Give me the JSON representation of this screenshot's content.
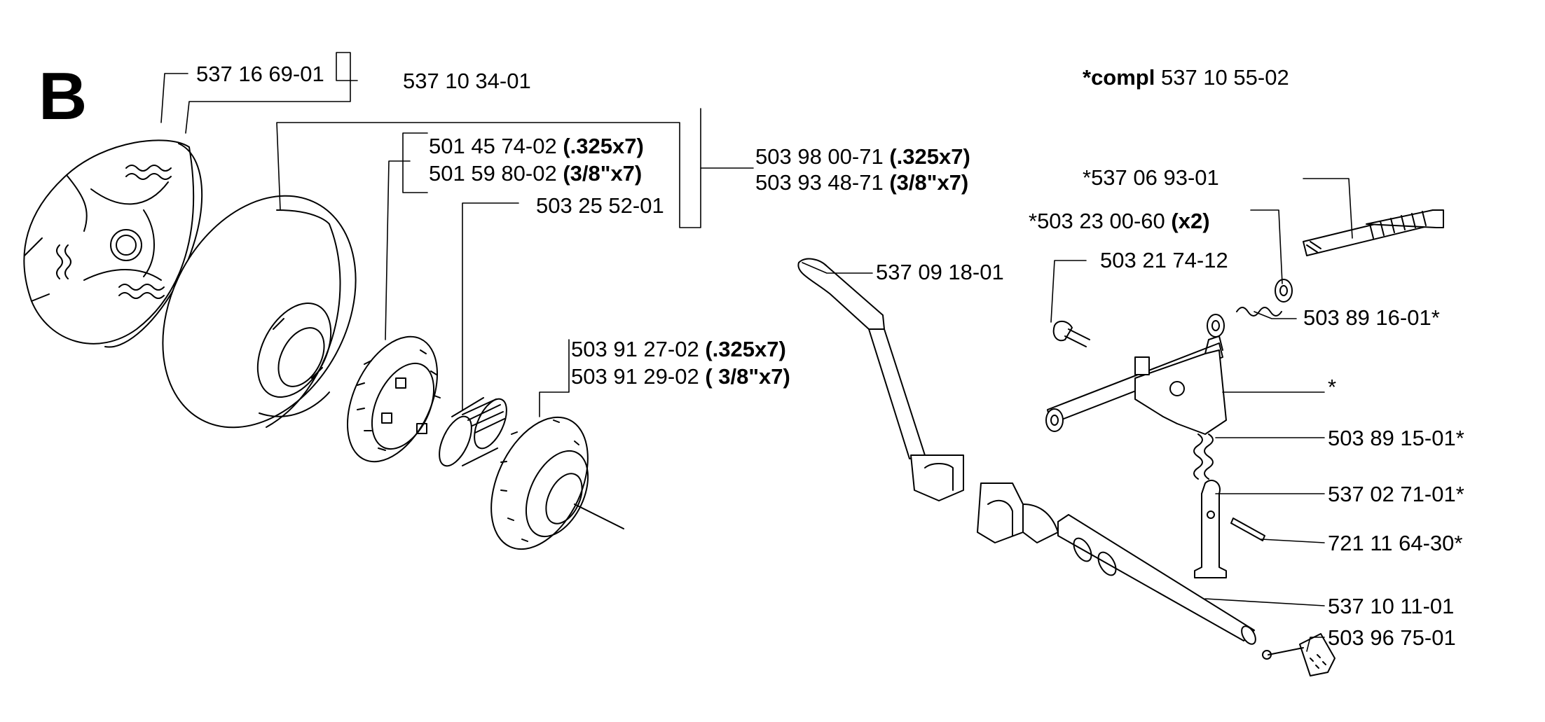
{
  "section_letter": "B",
  "compl": {
    "prefix": "*compl",
    "number": " 537 10 55-02"
  },
  "labels": {
    "l_537_16_69_01": "537 16 69-01",
    "l_537_10_34_01": "537 10 34-01",
    "l_501_45_74_02": {
      "num": "501 45 74-02 ",
      "spec": "(.325x7)"
    },
    "l_501_59_80_02": {
      "num": "501 59 80-02 ",
      "spec": "(3/8\"x7)"
    },
    "l_503_98_00_71": {
      "num": "503 98 00-71 ",
      "spec": "(.325x7)"
    },
    "l_503_93_48_71": {
      "num": "503 93 48-71 ",
      "spec": "(3/8\"x7)"
    },
    "l_503_25_52_01": "503 25 52-01",
    "l_503_91_27_02": {
      "num": "503 91 27-02 ",
      "spec": "(.325x7)"
    },
    "l_503_91_29_02": {
      "num": "503 91 29-02 ",
      "spec": "( 3/8\"x7)"
    },
    "l_537_06_93_01": "*537 06 93-01",
    "l_503_23_00_60": {
      "num": "*503 23 00-60 ",
      "spec": "(x2)"
    },
    "l_503_21_74_12": "503 21 74-12",
    "l_537_09_18_01": "537 09 18-01",
    "l_503_89_16_01": "503 89 16-01*",
    "l_star": "*",
    "l_503_89_15_01": "503 89 15-01*",
    "l_537_02_71_01": "537 02 71-01*",
    "l_721_11_64_30": "721 11 64-30*",
    "l_537_10_11_01": "537 10 11-01",
    "l_503_96_75_01": "503 96 75-01"
  }
}
